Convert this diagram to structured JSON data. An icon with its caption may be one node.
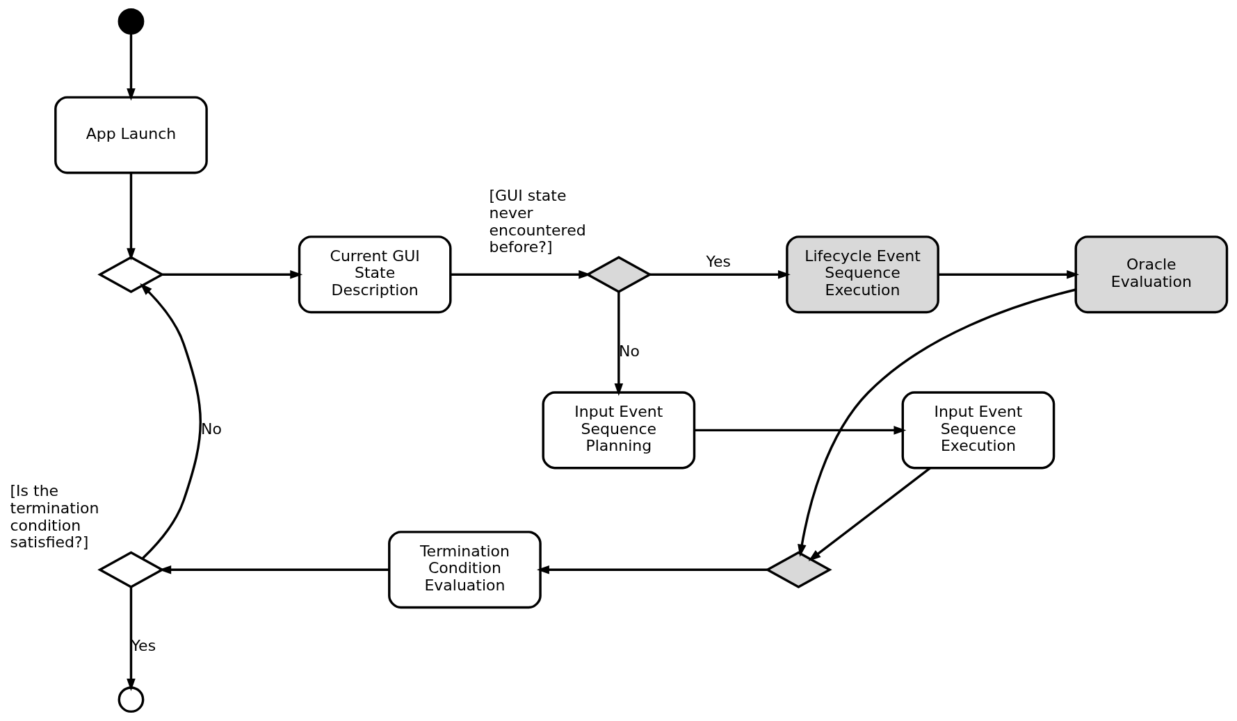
{
  "diagram": {
    "nodes": [
      {
        "text": [],
        "shape": "circle"
      },
      {
        "text": [
          "App Launch"
        ]
      },
      {
        "text": [],
        "shape": "diamond"
      },
      {
        "text": [
          "Current GUI State Description"
        ]
      },
      {
        "text": [],
        "shape": "diamond",
        "beside": [
          "[GUI state never encountered before?]"
        ]
      },
      {
        "text": [
          "Lifecycle Event Sequence Execution"
        ]
      },
      {
        "text": [
          "Oracle Evaluation"
        ]
      },
      {
        "text": [
          "Input Event Sequence Planning"
        ]
      },
      {
        "text": [
          "Input Event Sequence Execution"
        ]
      },
      {
        "text": [],
        "shape": "diamond"
      },
      {
        "text": [
          "Termination Condition Evaluation"
        ]
      },
      {
        "text": [],
        "shape": "diamond",
        "beside": [
          "[Is the termination condition satisfied?]"
        ]
      },
      {
        "text": [],
        "shape": "circle"
      }
    ],
    "edges": [
      {
        "from": 0,
        "to": 1,
        "arrow": "to"
      },
      {
        "from": 1,
        "to": 2,
        "arrow": "to"
      },
      {
        "from": 2,
        "to": 3,
        "arrow": "to"
      },
      {
        "from": 3,
        "to": 4,
        "arrow": "to"
      },
      {
        "from": 4,
        "to": 5,
        "arrow": "to",
        "label": "Yes"
      },
      {
        "from": 4,
        "to": 7,
        "arrow": "to",
        "label": "No"
      },
      {
        "from": 5,
        "to": 6,
        "arrow": "to"
      },
      {
        "from": 7,
        "to": 8,
        "arrow": "to"
      },
      {
        "from": 6,
        "to": 9,
        "arrow": "to"
      },
      {
        "from": 8,
        "to": 9,
        "arrow": "to"
      },
      {
        "from": 9,
        "to": 10,
        "arrow": "to"
      },
      {
        "from": 10,
        "to": 11,
        "arrow": "to"
      },
      {
        "from": 11,
        "to": 2,
        "arrow": "to",
        "label": "No"
      },
      {
        "from": 11,
        "to": 12,
        "arrow": "to",
        "label": "Yes"
      }
    ]
  }
}
